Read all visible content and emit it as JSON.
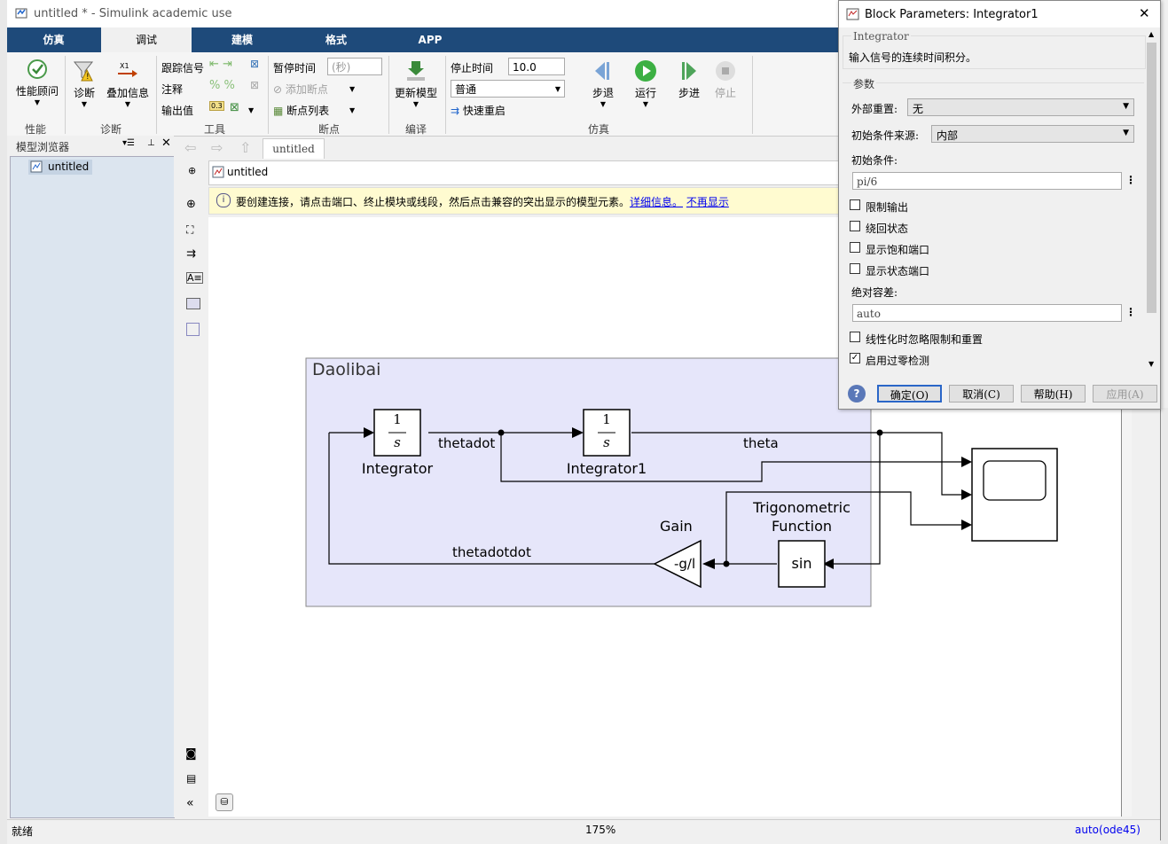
{
  "window": {
    "title": "untitled * - Simulink academic use"
  },
  "tabs": [
    "仿真",
    "调试",
    "建模",
    "格式",
    "APP"
  ],
  "ribbon": {
    "perf_advisor": "性能顾问",
    "perf_section": "性能",
    "diagnose": "诊断",
    "overlay_info": "叠加信息",
    "diag_section": "诊断",
    "trace_signal": "跟踪信号",
    "annotate": "注释",
    "output_value": "输出值",
    "tools_section": "工具",
    "pause_time": "暂停时间",
    "pause_placeholder": "(秒)",
    "add_breakpoint": "添加断点",
    "breakpoint_list": "断点列表",
    "bp_section": "断点",
    "update_model": "更新模型",
    "compile_section": "编译",
    "stop_time_label": "停止时间",
    "stop_time_value": "10.0",
    "mode_value": "普通",
    "fast_restart": "快速重启",
    "step_back": "步退",
    "run": "运行",
    "step_forward": "步进",
    "stop": "停止",
    "sim_section": "仿真"
  },
  "browser": {
    "title": "模型浏览器",
    "item": "untitled"
  },
  "editor": {
    "doc_tab": "untitled",
    "path": "untitled",
    "info_text": "要创建连接，请点击端口、终止模块或线段，然后点击兼容的突出显示的模型元素。",
    "info_link1": "详细信息。",
    "info_link2": "不再显示"
  },
  "diagram": {
    "area_label": "Daolibai",
    "integrator_label": "Integrator",
    "integrator1_label": "Integrator1",
    "int_num": "1",
    "int_den": "s",
    "sig_thetadot": "thetadot",
    "sig_theta": "theta",
    "sig_thetadotdot": "thetadotdot",
    "gain_label": "Gain",
    "gain_value": "-g/l",
    "trig_label1": "Trigonometric",
    "trig_label2": "Function",
    "trig_value": "sin"
  },
  "status": {
    "left": "就绪",
    "zoom": "175%",
    "solver": "auto(ode45)"
  },
  "dialog": {
    "title": "Block Parameters: Integrator1",
    "group": "Integrator",
    "desc": "输入信号的连续时间积分。",
    "params": "参数",
    "ext_reset_label": "外部重置:",
    "ext_reset_value": "无",
    "ic_source_label": "初始条件来源:",
    "ic_source_value": "内部",
    "ic_label": "初始条件:",
    "ic_value": "pi/6",
    "limit_output": "限制输出",
    "wrap_state": "绕回状态",
    "show_sat_port": "显示饱和端口",
    "show_state_port": "显示状态端口",
    "abs_tol_label": "绝对容差:",
    "abs_tol_value": "auto",
    "ignore_limit": "线性化时忽略限制和重置",
    "zero_cross": "启用过零检测",
    "ok": "确定(O)",
    "cancel": "取消(C)",
    "help": "帮助(H)",
    "apply": "应用(A)"
  },
  "colors": {
    "ribbon_tab_bg": "#1e4a7a",
    "area_fill": "#e6e6fa",
    "link": "#0000ee",
    "run_green": "#3cb043"
  }
}
